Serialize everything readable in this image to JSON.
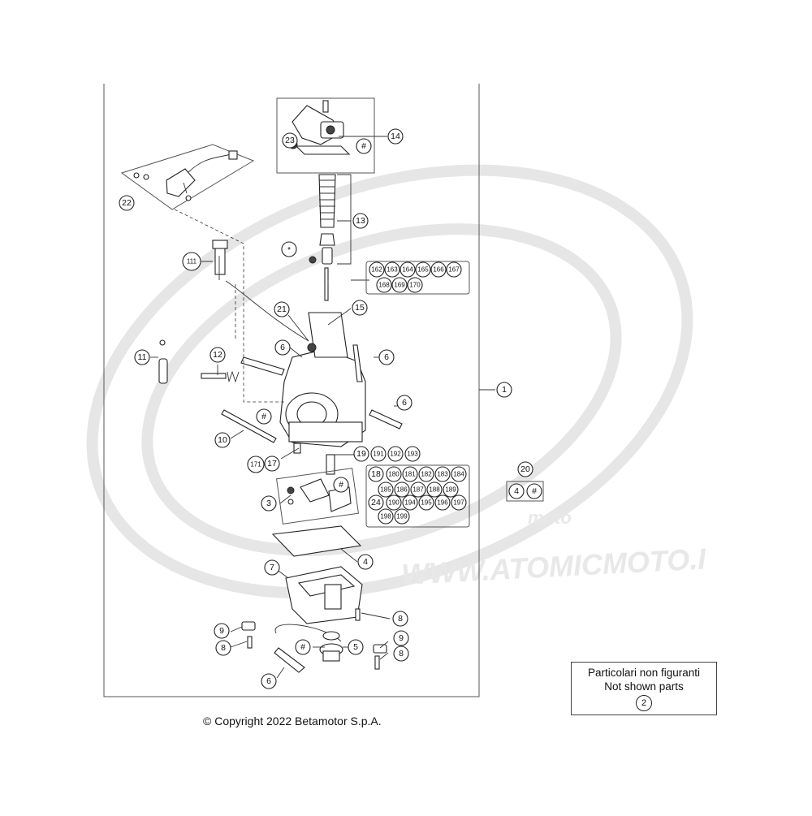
{
  "callouts": {
    "c1": "1",
    "c2": "2",
    "c3": "3",
    "c4": "4",
    "c5": "5",
    "c6a": "6",
    "c6b": "6",
    "c6c": "6",
    "c6d": "6",
    "c7": "7",
    "c8a": "8",
    "c8b": "8",
    "c8c": "8",
    "c9a": "9",
    "c9b": "9",
    "c10": "10",
    "c11": "11",
    "c12": "12",
    "c13": "13",
    "c14": "14",
    "c15": "15",
    "c17": "17",
    "c18": "18",
    "c19": "19",
    "c20": "20",
    "c21": "21",
    "c22": "22",
    "c23": "23",
    "c24": "24",
    "c111": "111",
    "c171": "171",
    "star": "*",
    "hash1": "#",
    "hash2": "#",
    "hash3": "#",
    "hash4": "#",
    "hash5": "#",
    "kit20_4": "4"
  },
  "group_162": [
    "162",
    "163",
    "164",
    "165",
    "166",
    "167",
    "168",
    "169",
    "170"
  ],
  "group_191": [
    "191",
    "192",
    "193"
  ],
  "group_180": [
    "180",
    "181",
    "182",
    "183",
    "184"
  ],
  "group_185": [
    "185",
    "186",
    "187",
    "188",
    "189"
  ],
  "group_190": [
    "190",
    "194",
    "195",
    "196",
    "197"
  ],
  "group_198": [
    "198",
    "199"
  ],
  "not_shown": {
    "line1": "Particolari non figuranti",
    "line2": "Not shown parts",
    "part": "2"
  },
  "copyright": "© Copyright 2022 Betamotor S.p.A.",
  "watermark": {
    "brand": "moto",
    "url": "WWW.ATOMICMOTO.I"
  }
}
